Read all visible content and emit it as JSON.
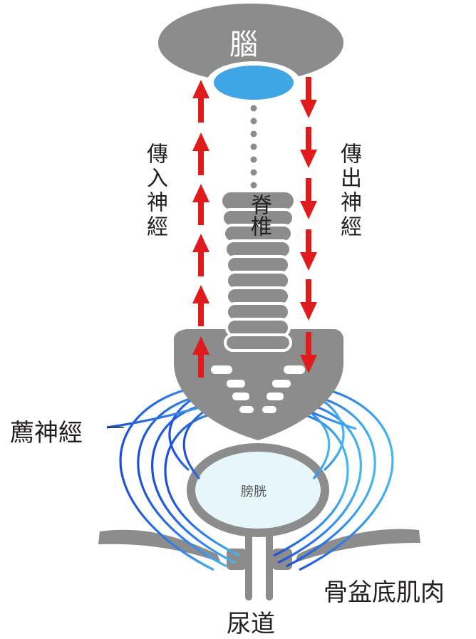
{
  "labels": {
    "brain": "腦",
    "spine": "脊椎",
    "afferent": "傳入神經",
    "efferent": "傳出神經",
    "sacral": "薦神經",
    "bladder": "膀胱",
    "pelvic_floor": "骨盆底肌肉",
    "urethra": "尿道"
  },
  "colors": {
    "structure_gray": "#8c8c8c",
    "nerve_red": "#e01b1b",
    "nerve_blue_dark": "#1c4fd8",
    "nerve_blue_light": "#35a9ea",
    "brain_spot": "#3fa6e6",
    "bladder_fill": "#e6f6fb"
  }
}
